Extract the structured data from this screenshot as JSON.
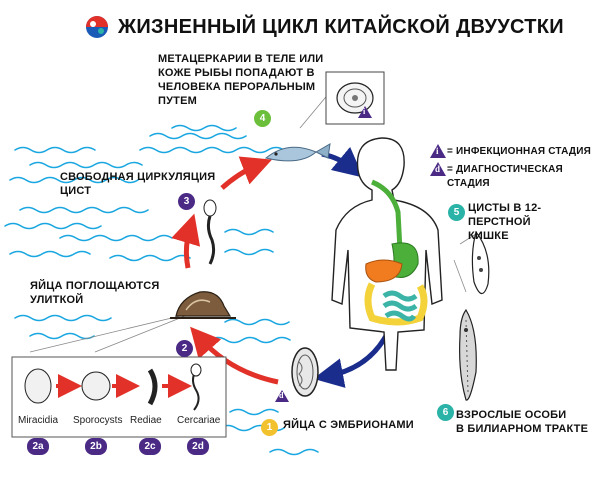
{
  "title": "ЖИЗНЕННЫЙ ЦИКЛ КИТАЙСКОЙ ДВУУСТКИ",
  "colors": {
    "water": "#1aa6e0",
    "arrow_red": "#e23129",
    "arrow_navy": "#1a2d8c",
    "step_green": "#6bbf3a",
    "step_purple": "#4b2a86",
    "step_yellow": "#f2c12e",
    "step_teal": "#2bb3a7",
    "liver_orange": "#f07c1f",
    "stomach_green": "#4caf3a",
    "bile_yellow": "#f3d23a",
    "intestine_teal": "#3bb3a6"
  },
  "steps": [
    {
      "id": "1",
      "label": "ЯЙЦА С ЭМБРИОНАМИ",
      "color": "#f2c12e"
    },
    {
      "id": "2",
      "label": "ЯЙЦА ПОГЛОЩАЮТСЯ\nУЛИТКОЙ",
      "color": "#4b2a86"
    },
    {
      "id": "3",
      "label": "СВОБОДНАЯ ЦИРКУЛЯЦИЯ\nЦИСТ",
      "color": "#4b2a86"
    },
    {
      "id": "4",
      "label": "МЕТАЦЕРКАРИИ В ТЕЛЕ ИЛИ\nКОЖЕ РЫБЫ ПОПАДАЮТ В\nЧЕЛОВЕКА ПЕРОРАЛЬНЫМ\nПУТЕМ",
      "color": "#6bbf3a"
    },
    {
      "id": "5",
      "label": "ЦИСТЫ В 12-ПЕРСТНОЙ\nКИШКЕ",
      "color": "#2bb3a7"
    },
    {
      "id": "6",
      "label": "ВЗРОСЛЫЕ ОСОБИ\nВ БИЛИАРНОМ ТРАКТЕ",
      "color": "#2bb3a7"
    }
  ],
  "legend": [
    {
      "symbol": "i",
      "text": "= ИНФЕКЦИОННАЯ СТАДИЯ"
    },
    {
      "symbol": "d",
      "text": "= ДИАГНОСТИЧЕСКАЯ\nСТАДИЯ"
    }
  ],
  "snail_stages": [
    {
      "id": "2a",
      "name": "Miracidia"
    },
    {
      "id": "2b",
      "name": "Sporocysts"
    },
    {
      "id": "2c",
      "name": "Rediae"
    },
    {
      "id": "2d",
      "name": "Cercariae"
    }
  ],
  "markers": {
    "infective": "i",
    "diagnostic": "d"
  }
}
